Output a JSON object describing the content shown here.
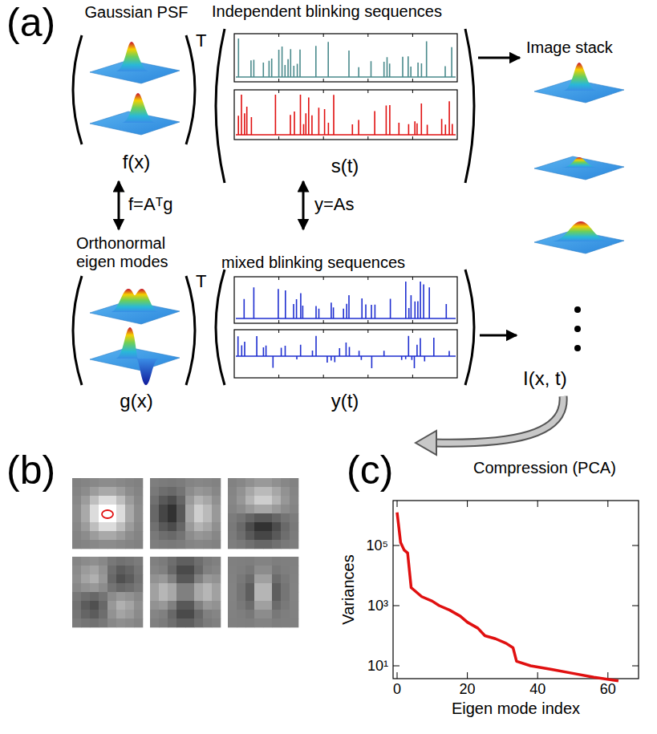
{
  "diagram": {
    "labels": [
      "(a)",
      "Gaussian PSF",
      "Independent blinking sequences",
      "T",
      "f(x)",
      "s(t)",
      "Image stack",
      "f=Aᵀg",
      "y=As",
      "Orthonormal eigen modes",
      "mixed blinking sequences",
      "T",
      "g(x)",
      "y(t)",
      "I(x, t)",
      "Compression (PCA)",
      "(b)",
      "(c)",
      "Variances",
      "Eigen mode index",
      "10⁵",
      "10³",
      "10¹",
      "0",
      "20",
      "40",
      "60"
    ]
  }
}
